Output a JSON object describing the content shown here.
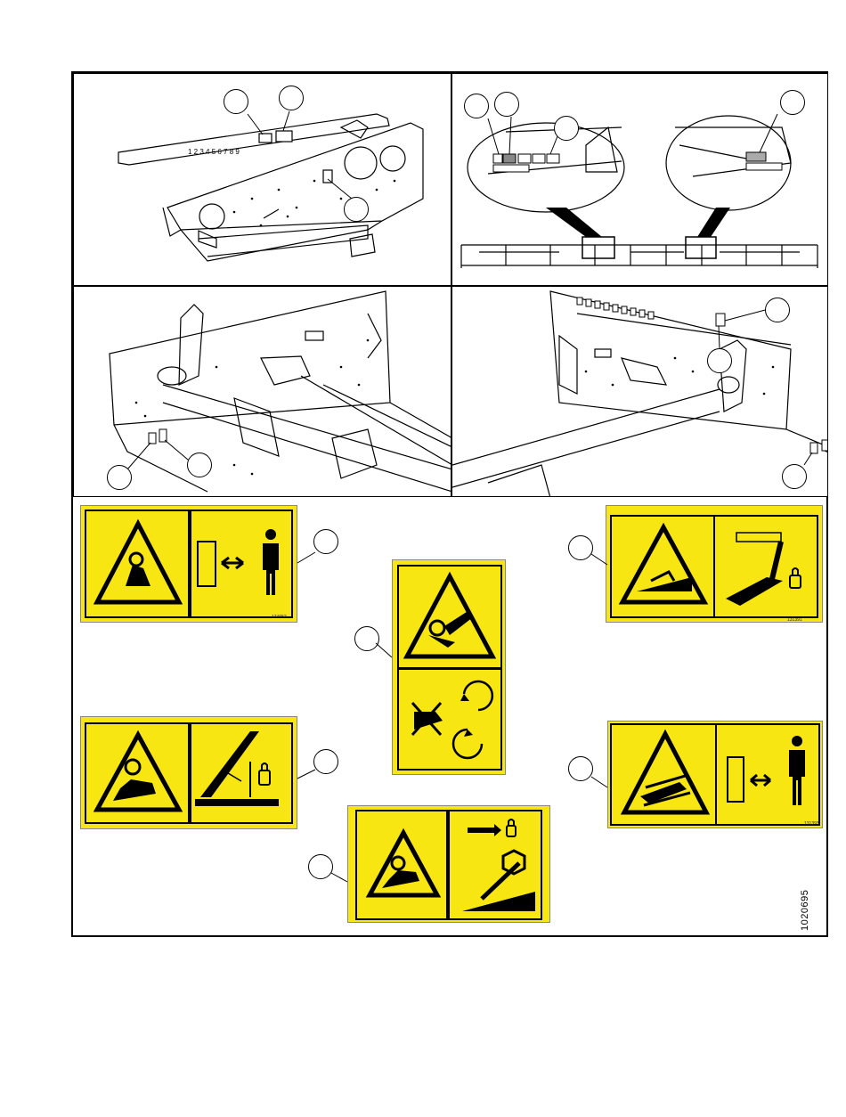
{
  "figure": {
    "id": "1020695",
    "frame_numbers": "1 2 3 4 5 6 7 8 9"
  },
  "decals": {
    "d1_part_number": "174652",
    "d2_part_number": "131391",
    "d5_part_number": "131393"
  },
  "colors": {
    "decal_yellow": "#f7e611",
    "outline": "#000000"
  }
}
